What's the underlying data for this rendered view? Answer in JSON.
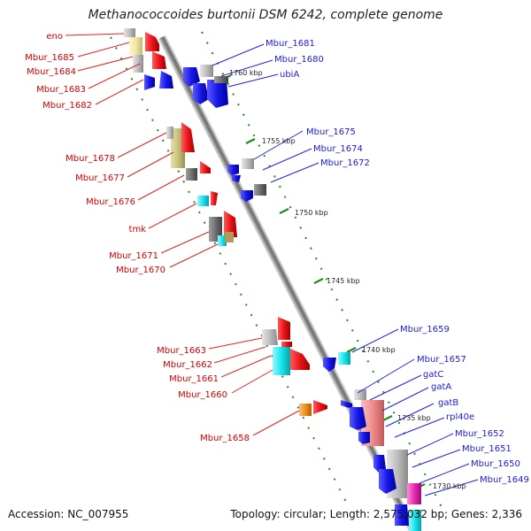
{
  "title": "Methanococcoides burtonii DSM 6242, complete genome",
  "footer": {
    "accession": "Accession: NC_007955",
    "stats": "Topology: circular; Length: 2,575,032 bp; Genes: 2,336"
  },
  "colors": {
    "red": "#e8141a",
    "blue": "#1616e6",
    "cyan": "#16e6ee",
    "grey": "#bdbdbd",
    "dark": "#6f6f6f",
    "khaki": "#c9c47c",
    "orange": "#f0901c",
    "pink": "#f08c8c",
    "magenta": "#e62cb0",
    "yellow": "#f0e8a0",
    "label_red": "#d00000",
    "label_blue": "#1a1ad8"
  },
  "ruler": [
    {
      "label": "1760 kbp"
    },
    {
      "label": "1755 kbp"
    },
    {
      "label": "1750 kbp"
    },
    {
      "label": "1745 kbp"
    },
    {
      "label": "1740 kbp"
    },
    {
      "label": "1735 kbp"
    },
    {
      "label": "1730 kbp"
    }
  ],
  "labels_left": [
    {
      "text": "eno"
    },
    {
      "text": "Mbur_1685"
    },
    {
      "text": "Mbur_1684"
    },
    {
      "text": "Mbur_1683"
    },
    {
      "text": "Mbur_1682"
    },
    {
      "text": "Mbur_1678"
    },
    {
      "text": "Mbur_1677"
    },
    {
      "text": "Mbur_1676"
    },
    {
      "text": "tmk"
    },
    {
      "text": "Mbur_1671"
    },
    {
      "text": "Mbur_1670"
    },
    {
      "text": "Mbur_1663"
    },
    {
      "text": "Mbur_1662"
    },
    {
      "text": "Mbur_1661"
    },
    {
      "text": "Mbur_1660"
    },
    {
      "text": "Mbur_1658"
    }
  ],
  "labels_right": [
    {
      "text": "Mbur_1681"
    },
    {
      "text": "Mbur_1680"
    },
    {
      "text": "ubiA"
    },
    {
      "text": "Mbur_1675"
    },
    {
      "text": "Mbur_1674"
    },
    {
      "text": "Mbur_1672"
    },
    {
      "text": "Mbur_1659"
    },
    {
      "text": "Mbur_1657"
    },
    {
      "text": "gatC"
    },
    {
      "text": "gatA"
    },
    {
      "text": "gatB"
    },
    {
      "text": "rpl40e"
    },
    {
      "text": "Mbur_1652"
    },
    {
      "text": "Mbur_1651"
    },
    {
      "text": "Mbur_1650"
    },
    {
      "text": "Mbur_1649"
    }
  ]
}
